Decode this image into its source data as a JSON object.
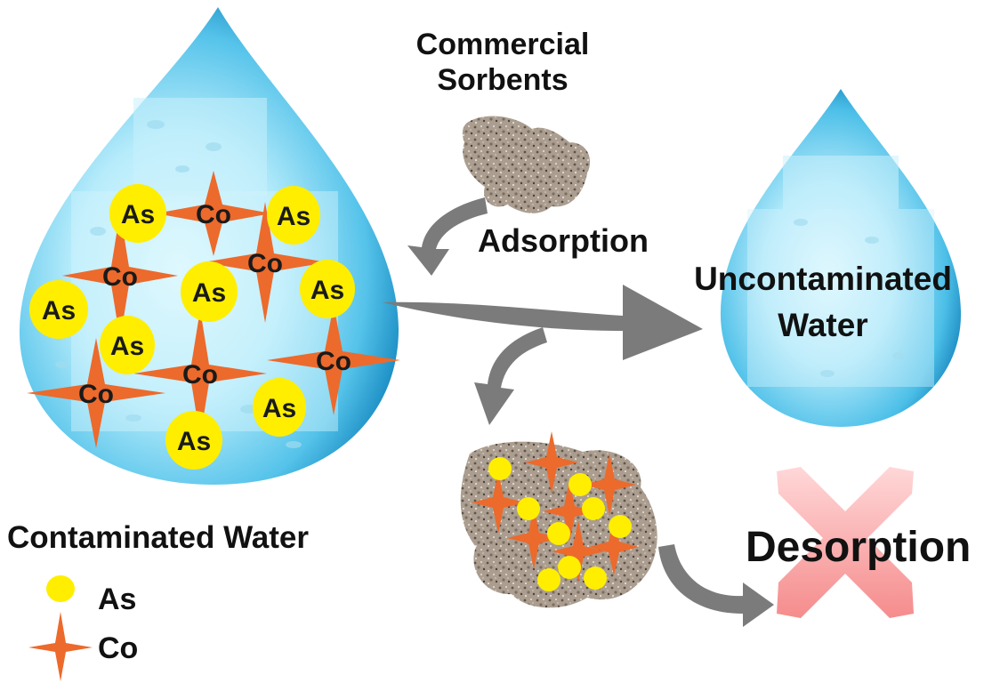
{
  "labels": {
    "commercial_line1": "Commercial",
    "commercial_line2": "Sorbents",
    "adsorption": "Adsorption",
    "uncontaminated_line1": "Uncontaminated",
    "uncontaminated_line2": "Water",
    "desorption": "Desorption",
    "contaminated": "Contaminated Water"
  },
  "legend": {
    "as_label": "As",
    "co_label": "Co"
  },
  "ion_text": {
    "as": "As",
    "co": "Co"
  },
  "colors": {
    "water_light": "#d6f4ff",
    "water_mid": "#6fd0f0",
    "water_dark": "#1b93c9",
    "as_yellow": "#ffee00",
    "co_orange": "#ec6a2c",
    "sorbent": "#a79a8c",
    "arrow_gray": "#7b7b7b",
    "cross_pink": "#f58c8c"
  }
}
